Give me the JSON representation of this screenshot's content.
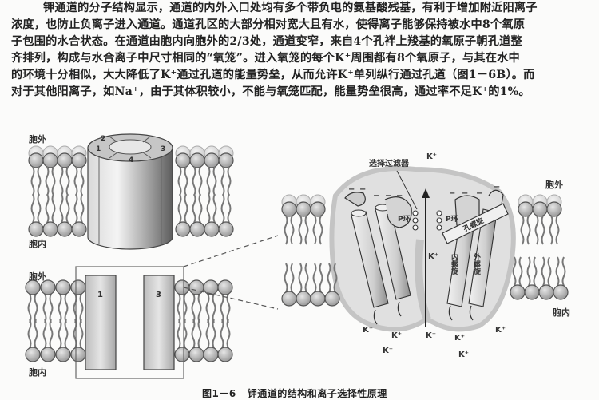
{
  "paragraph": {
    "lines": [
      "钾通道的分子结构显示，通道的内外入口处均有多个带负电的氨基酸残基，有利于增加附近阳离子",
      "浓度，也防止负离子进入通道。通道孔区的大部分相对宽大且有水，使得离子能够保持被水中8个氧原",
      "子包围的水合状态。在通道由胞内向胞外的2/3处，通道变窄，来自4个孔袢上羧基的氧原子朝孔道整",
      "齐排列，构成与水合离子中尺寸相同的“氧笼”。进入氧笼的每个K⁺周围都有8个氧原子，与其在水中",
      "的环境十分相似，大大降低了K⁺通过孔道的能量势垒，从而允许K⁺单列纵行通过孔道（图1－6B）。而",
      "对于其他阳离子，如Na⁺，由于其体积较小，不能与氧笼匹配，能量势垒很高，通过率不足K⁺的1%。"
    ]
  },
  "figure": {
    "panel_a": {
      "label_outside": "胞外",
      "label_inside": "胞内",
      "subunits": [
        "1",
        "2",
        "3",
        "4"
      ]
    },
    "panel_a_section": {
      "label_outside": "胞外",
      "label_inside": "胞内",
      "subunits": [
        "1",
        "3"
      ]
    },
    "panel_b": {
      "label_outside": "胞外",
      "label_inside": "胞内",
      "selectivity_filter": "选择过滤器",
      "p_loop": "P环",
      "pore_helix": "孔螺旋",
      "inner_helix": "内螺旋",
      "outer_helix": "外螺旋",
      "ion": "K⁺",
      "ion_count": 9
    },
    "caption_number": "图1－6",
    "caption_text": "钾通道的结构和离子选择性原理"
  },
  "colors": {
    "background": "#fbfbfa",
    "text": "#222222",
    "lipid_head": "#b9b9b9",
    "protein_shadow": "#d8d8d8"
  }
}
